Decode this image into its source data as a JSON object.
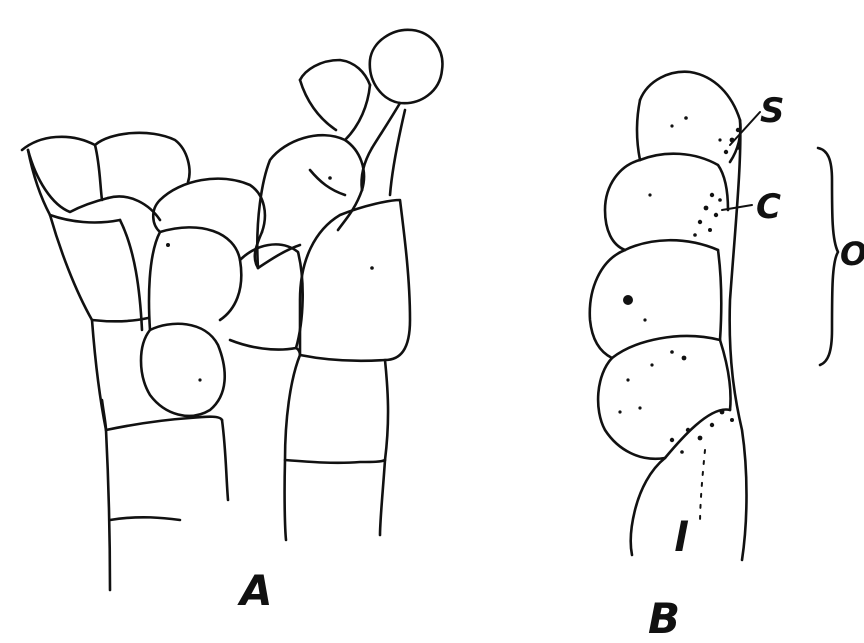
{
  "figure": {
    "panels": [
      {
        "id": "A",
        "label": "A"
      },
      {
        "id": "B",
        "label": "B"
      }
    ],
    "annotations": {
      "s": "S",
      "c": "C",
      "o": "O",
      "l": "l"
    }
  }
}
